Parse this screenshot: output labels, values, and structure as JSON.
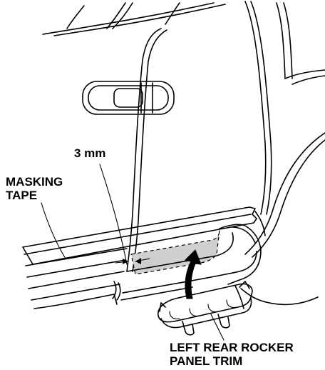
{
  "labels": {
    "gap": "3 mm",
    "masking_tape_line1": "MASKING",
    "masking_tape_line2": "TAPE",
    "trim_line1": "LEFT REAR ROCKER",
    "trim_line2": "PANEL TRIM"
  },
  "colors": {
    "line": "#000000",
    "shaded_area": "#cfcfcf",
    "background": "#ffffff"
  }
}
